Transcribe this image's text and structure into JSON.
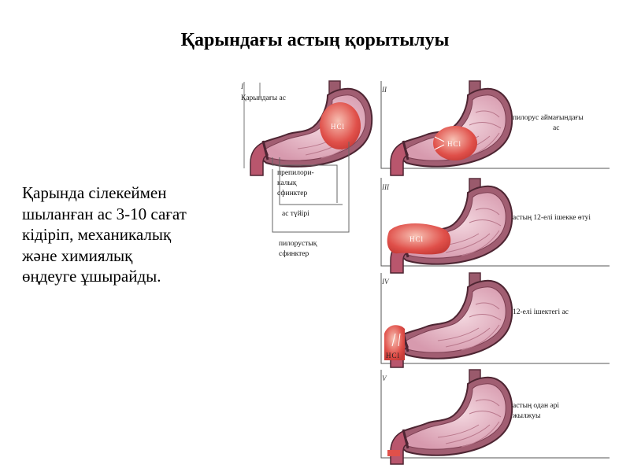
{
  "title": "Қарындағы астың қорытылуы",
  "text_lines": [
    "Қарында сілекеймен",
    "шыланған ас 3-10 сағат",
    "кідіріп, механикалық",
    "және химиялық",
    "өңдеуге ұшырайды."
  ],
  "figure": {
    "stage1": {
      "numeral": "I",
      "label": "Қарындағы ас",
      "hcl": "HCl",
      "callouts": {
        "prepyloric_1": "препилори-",
        "prepyloric_2": "калық",
        "prepyloric_3": "сфинктер",
        "lump": "ас түйірі",
        "pyloric_1": "пилорустық",
        "pyloric_2": "сфинктер"
      }
    },
    "stage2": {
      "numeral": "II",
      "hcl": "HCl",
      "label_1": "пилорус аймағындағы",
      "label_2": "ас"
    },
    "stage3": {
      "numeral": "III",
      "hcl": "HCl",
      "label_1": "астың 12-елі ішекке өтуі"
    },
    "stage4": {
      "numeral": "IV",
      "hcl": "HCl",
      "label_1": "12-елі ішектегі ас"
    },
    "stage5": {
      "numeral": "V",
      "label_1": "астың одан әрі",
      "label_2": "жылжуы"
    }
  },
  "colors": {
    "stomach_wall": "#8a4a5c",
    "stomach_inner": "#e7bcc9",
    "food": "#e0504a",
    "food_light": "#f2a597",
    "duodenum": "#b9566d",
    "frame_line": "#555555"
  }
}
